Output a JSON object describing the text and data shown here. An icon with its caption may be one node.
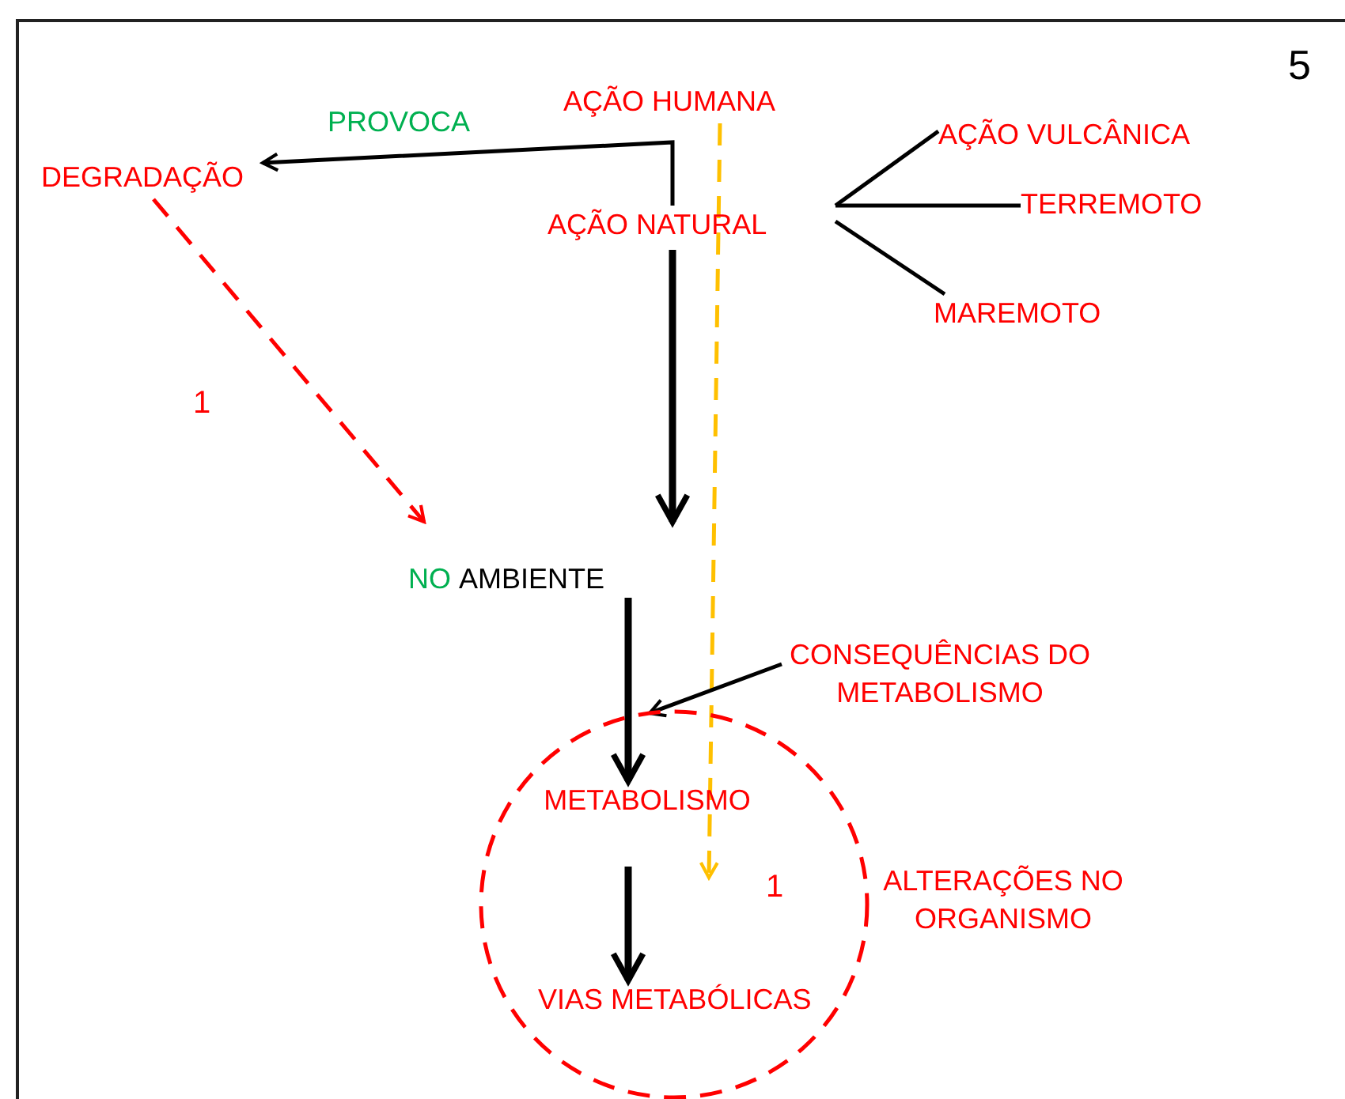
{
  "diagram": {
    "nodes": [
      {
        "text": [
          "AÇÃO HUMANA"
        ]
      },
      {
        "text": [
          "DEGRADAÇÃO"
        ]
      },
      {
        "text": [
          "AÇÃO NATURAL"
        ]
      },
      {
        "text": [
          "AÇÃO VULCÂNICA"
        ]
      },
      {
        "text": [
          "TERREMOTO"
        ]
      },
      {
        "text": [
          "MAREMOTO"
        ]
      },
      {
        "text": [
          "NO",
          "AMBIENTE"
        ]
      },
      {
        "text": [
          "CONSEQUÊNCIAS DO METABOLISMO"
        ]
      },
      {
        "text": [],
        "shape": "circle",
        "beside": [
          "ALTERAÇÕES NO ORGANISMO"
        ]
      },
      {
        "text": [
          "METABOLISMO"
        ],
        "in": 8
      },
      {
        "text": [
          "VIAS METABÓLICAS"
        ],
        "in": 8
      }
    ],
    "edges": [
      {
        "from": 2,
        "to": 1,
        "arrow": "to",
        "label": "PROVOCA"
      },
      {
        "from": 2,
        "to": 6,
        "arrow": "to",
        "style": "thick"
      },
      {
        "from": 2,
        "to": 3,
        "arrow": "none"
      },
      {
        "from": 2,
        "to": 4,
        "arrow": "none"
      },
      {
        "from": 2,
        "to": 5,
        "arrow": "none"
      },
      {
        "from": 1,
        "to": 6,
        "arrow": "to",
        "style": "dashed",
        "color": "#ff0000"
      },
      {
        "from": 0,
        "to": null,
        "arrow": "to",
        "style": "dashed",
        "color": "#ffc000"
      },
      {
        "from": 6,
        "to": 9,
        "arrow": "to",
        "style": "thick"
      },
      {
        "from": 9,
        "to": 10,
        "arrow": "to",
        "style": "thick"
      },
      {
        "from": 7,
        "to": 8,
        "arrow": "to"
      }
    ],
    "labels": [
      "5",
      "1",
      "1"
    ]
  }
}
